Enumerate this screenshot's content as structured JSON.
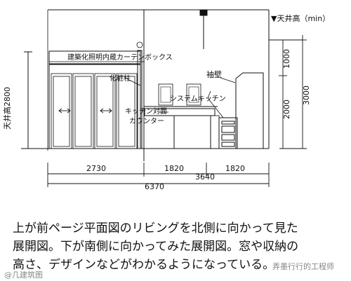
{
  "drawing": {
    "labels": {
      "ceiling_height_min": "▼天井高（min）",
      "ceiling_height_side": "天井高2800",
      "curtain_box": "建築化照明内蔵カーテンボックス",
      "decorative_column": "化粧柱",
      "system_kitchen": "システムキッチン",
      "facing_counter_line1": "キッチン対面",
      "facing_counter_line2": "カウンター",
      "sode_wall": "袖壁"
    },
    "vertical_dims": {
      "d1000": "1000",
      "d2000": "2000",
      "d3000": "3000"
    },
    "horizontal_dims": {
      "d2730": "2730",
      "d1820_left": "1820",
      "d1820_right": "1820",
      "d3640": "3640",
      "d6370": "6370"
    }
  },
  "caption": {
    "line1": "上が前ページ平面図のリビングを北側に向かって見た",
    "line2": "展開図。下が南側に向かってみた展開図。窓や収納の",
    "line3": "高さ、デザインなどがわかるようになっている。"
  },
  "watermarks": {
    "left": "@几建筑图",
    "right": "弄墨行行的工程师"
  }
}
